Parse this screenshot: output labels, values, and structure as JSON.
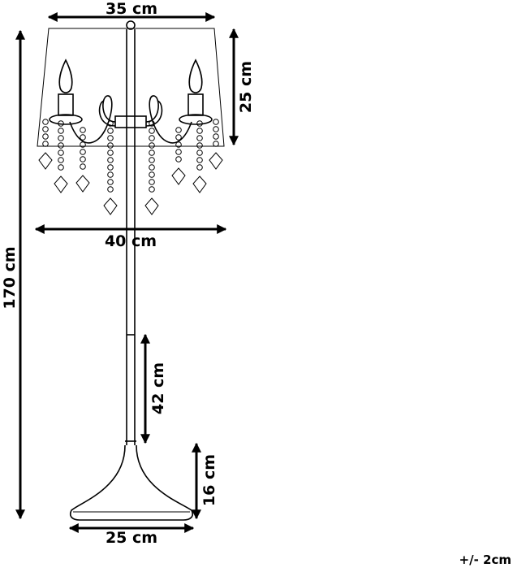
{
  "dimensions": {
    "shade_top_width": "35 cm",
    "shade_height": "25 cm",
    "chandelier_width": "40 cm",
    "total_height": "170 cm",
    "pole_section": "42 cm",
    "base_height": "16 cm",
    "base_width": "25 cm"
  },
  "tolerance": "+/- 2cm"
}
